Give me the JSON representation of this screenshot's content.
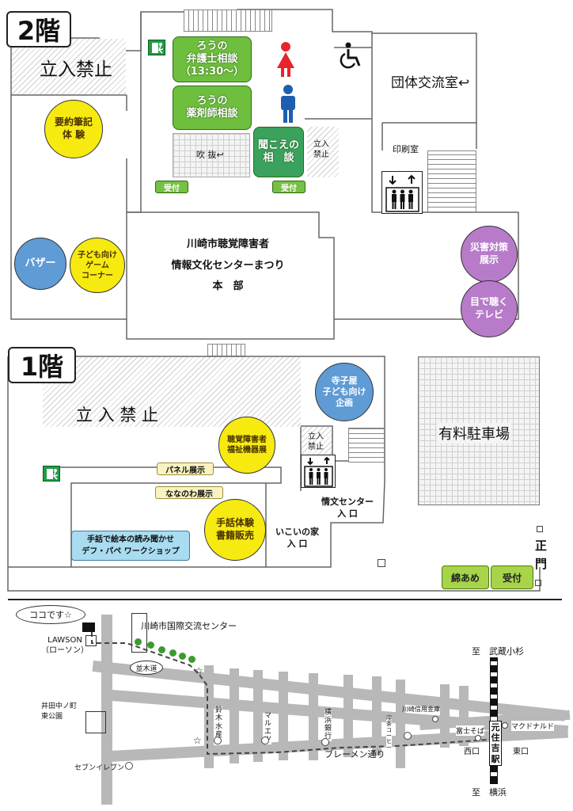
{
  "floor2": {
    "label": "2階",
    "no_entry": "立入禁止",
    "lawyer": "ろうの\n弁護士相談\n（13:30〜）",
    "pharmacist": "ろうの\n薬剤師相談",
    "atrium": "吹 抜↩",
    "hearing": "聞こえの\n相　談",
    "no_entry_small": "立入\n禁止",
    "reception_left": "受付",
    "reception_right": "受付",
    "group_room": "団体交流室↩",
    "print_room": "印刷室",
    "summary_writing": "要約筆記\n体 験",
    "bazaar": "バザー",
    "kids_games": "子ども向け\nゲーム\nコーナー",
    "hq_title": "川崎市聴覚障害者\n情報文化センターまつり\n本　部",
    "disaster": "災害対策\n展示",
    "tv": "目で聴く\nテレビ"
  },
  "floor1": {
    "label": "1階",
    "no_entry": "立 入 禁 止",
    "terakoya": "寺子屋\n子ども向け\n企画",
    "paid_parking": "有料駐車場",
    "welfare": "聴覚障害者\n福祉機器展",
    "panel": "パネル展示",
    "nanowa": "ななのわ展示",
    "no_entry_small": "立入\n禁止",
    "sign_books": "手話体験\n書籍販売",
    "storytelling": "手話で絵本の読み聞かせ\nデフ・パペ ワークショップ",
    "ikoi": "いこいの家\n入 口",
    "center_entrance": "情文センター\n入 口",
    "main_gate": "正\n門",
    "cotton_candy": "綿あめ",
    "reception": "受付"
  },
  "map": {
    "here": "ココです☆",
    "lawson": "LAWSON\n（ローソン）",
    "kokusai": "川崎市国際交流センター",
    "namikimichi": "並木道",
    "park": "井田中ノ町\n東公園",
    "seven": "セブンイレブン",
    "suzuki": "鈴\n木\n水\n産",
    "marueтsu": "マ\nル\nエ\nツ",
    "yokohama_bank": "横\n浜\n銀\n行",
    "shinkin": "川崎信用金庫",
    "fuji_coffee": "喫\n茶\nコ\nー\nヒ\nー",
    "fuji_soba": "富士そば",
    "mcd": "マクドナルド",
    "musashikosugi": "至　武蔵小杉",
    "yokohama": "至　横浜",
    "station": "元\n住\n吉\n駅",
    "west_exit": "西口",
    "east_exit": "東口",
    "bremen": "ブレーメン通り"
  },
  "colors": {
    "green": "#6fbf3e",
    "yellow": "#f7ea10",
    "blue": "#5f9bd5",
    "purple": "#b77bc9",
    "red_figure": "#e8232a",
    "blue_figure": "#1d5fae"
  },
  "icons": [
    "exit-sign-icon",
    "female-restroom-icon",
    "male-restroom-icon",
    "wheelchair-icon",
    "elevator-icon",
    "tree-icon",
    "star-icon"
  ]
}
